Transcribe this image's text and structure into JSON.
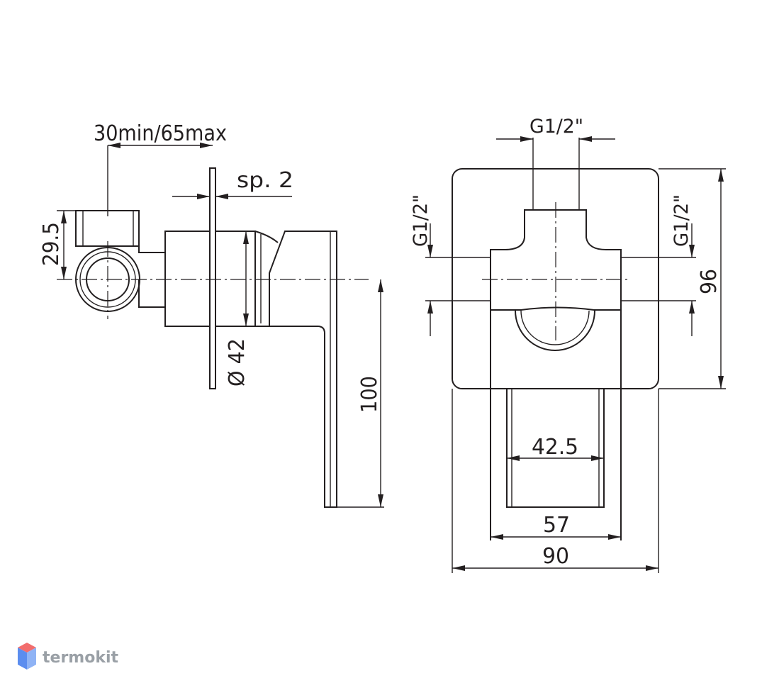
{
  "side_view": {
    "depth_label": "30min/65max",
    "plate_thickness_label": "sp. 2",
    "inlet_offset_label": "29.5",
    "body_diameter_label": "Ø 42",
    "lever_height_label": "100"
  },
  "front_view": {
    "top_thread_label": "G1/2\"",
    "left_thread_label": "G1/2\"",
    "right_thread_label": "G1/2\"",
    "plate_height_label": "96",
    "lever_width_label": "42.5",
    "cover_width_label": "57",
    "plate_width_label": "90"
  },
  "watermark": {
    "text": "termokit",
    "colors": {
      "top": "#f26d6d",
      "left": "#5b8def",
      "right": "#8fb3f5"
    }
  }
}
